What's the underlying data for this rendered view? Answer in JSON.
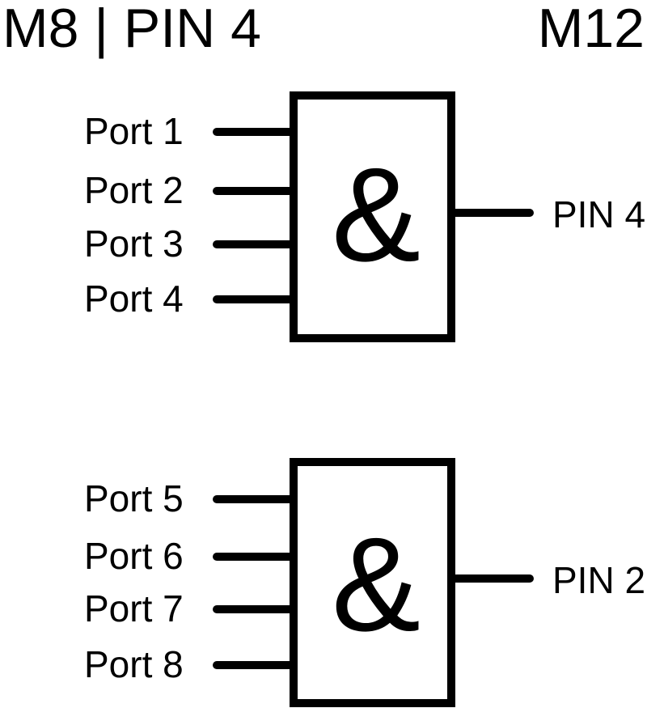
{
  "title_left": "M8 | PIN 4",
  "title_right": "M12",
  "gates": [
    {
      "symbol": "&",
      "inputs": [
        "Port 1",
        "Port 2",
        "Port 3",
        "Port 4"
      ],
      "output": "PIN 4"
    },
    {
      "symbol": "&",
      "inputs": [
        "Port 5",
        "Port 6",
        "Port 7",
        "Port 8"
      ],
      "output": "PIN 2"
    }
  ],
  "colors": {
    "ink": "#000000",
    "background": "#ffffff"
  }
}
